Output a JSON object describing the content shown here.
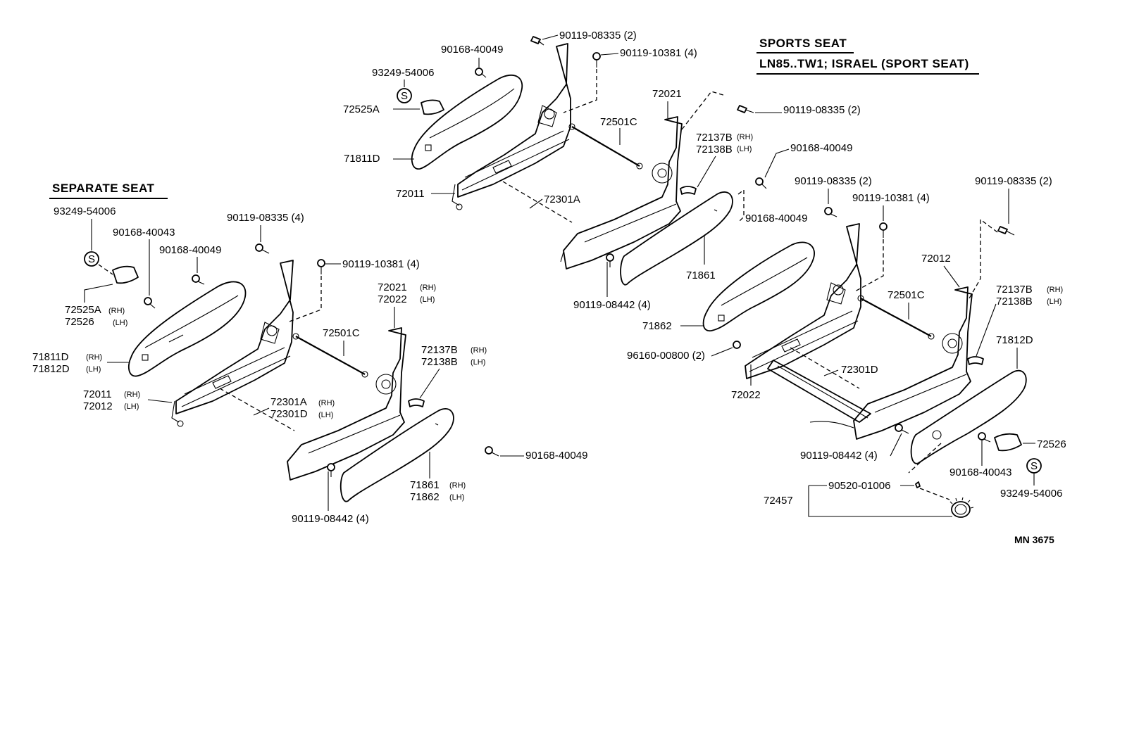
{
  "sections": {
    "sports_seat": "SPORTS  SEAT",
    "sports_seat_models": "LN85..TW1; ISRAEL (SPORT  SEAT)",
    "separate_seat": "SEPARATE  SEAT"
  },
  "labels": {
    "a01": "90119-08335 (2)",
    "a02": "90168-40049",
    "a03": "90119-10381 (4)",
    "a04": "93249-54006",
    "a05": "72525A",
    "a06": "71811D",
    "a07": "72021",
    "a08": "72501C",
    "a09": "90119-08335 (2)",
    "a10": "72137B",
    "a11": "72138B",
    "a12": "90168-40049",
    "a13": "72011",
    "a14": "72301A",
    "a15": "90168-40049",
    "a16": "71861",
    "a17": "90119-08442 (4)",
    "b01": "93249-54006",
    "b02": "90168-40043",
    "b03": "90119-08335 (4)",
    "b04": "90168-40049",
    "b05": "90119-10381 (4)",
    "b06": "72525A",
    "b07": "72526",
    "b08": "71811D",
    "b09": "71812D",
    "b10": "72021",
    "b11": "72022",
    "b12": "72501C",
    "b13": "72137B",
    "b14": "72138B",
    "b15": "72011",
    "b16": "72012",
    "b17": "72301A",
    "b18": "72301D",
    "b19": "90168-40049",
    "b20": "71861",
    "b21": "71862",
    "b22": "90119-08442 (4)",
    "c01": "90119-08335 (2)",
    "c02": "90119-10381 (4)",
    "c03": "90119-08335 (2)",
    "c04": "72012",
    "c05": "72501C",
    "c06": "72137B",
    "c07": "72138B",
    "c08": "71862",
    "c09": "96160-00800 (2)",
    "c10": "72301D",
    "c11": "72022",
    "c12": "71812D",
    "c13": "90119-08442 (4)",
    "c14": "90168-40043",
    "c15": "72526",
    "c16": "93249-54006",
    "c17": "90520-01006",
    "c18": "72457"
  },
  "side_marks": {
    "rh": "(RH)",
    "lh": "(LH)",
    "rh_compact": "(RH)"
  },
  "stamp": "S",
  "diagram_code": "MN  3675"
}
